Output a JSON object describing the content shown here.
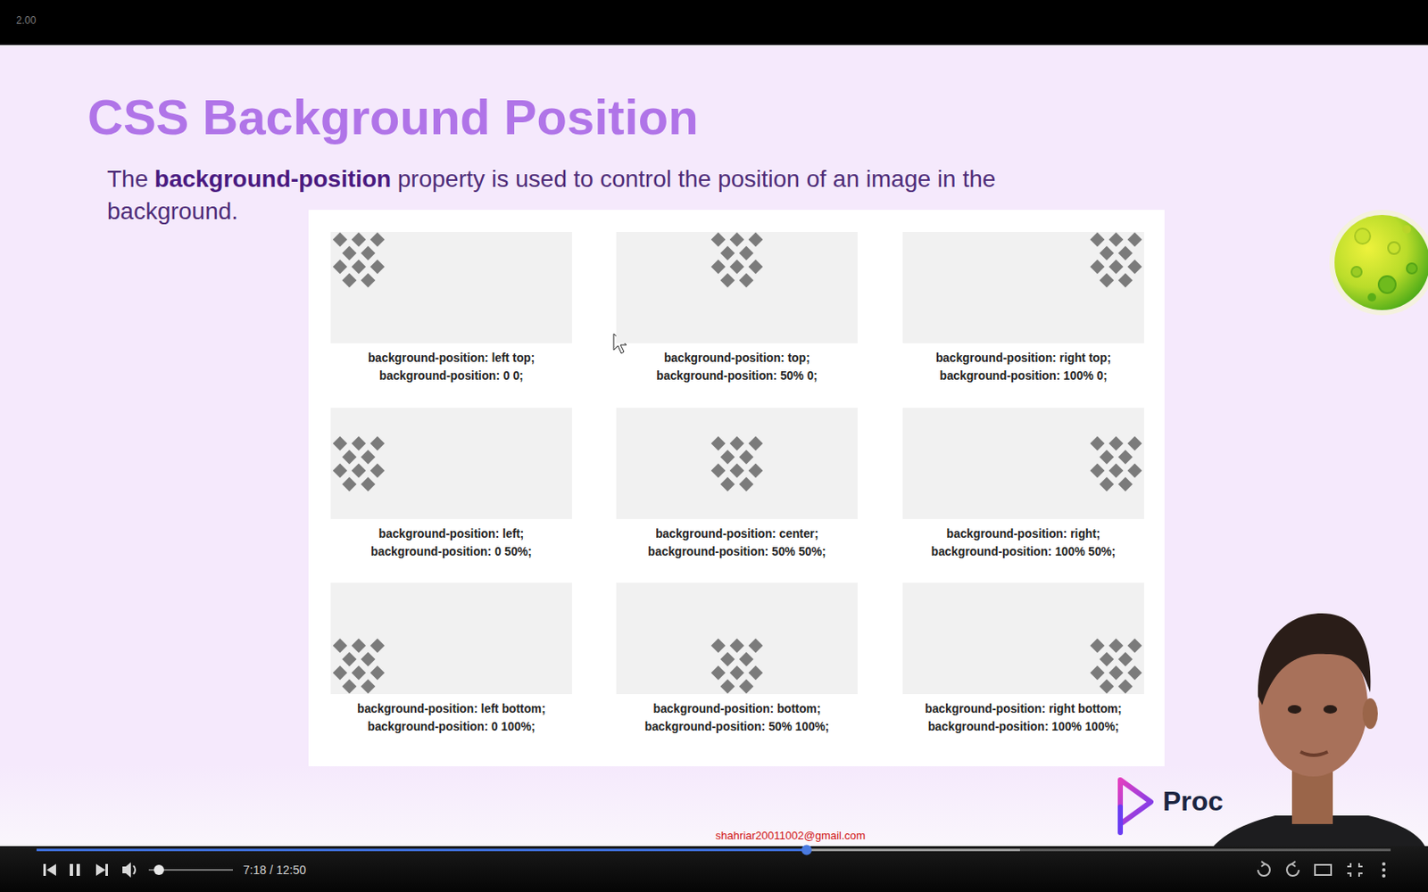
{
  "diagram": {
    "title": "CSS Background Position",
    "nodes": [
      {
        "text": [
          "background-position: left top;",
          "background-position: 0 0;"
        ]
      },
      {
        "text": [
          "background-position: top;",
          "background-position: 50% 0;"
        ]
      },
      {
        "text": [
          "background-position: right top;",
          "background-position: 100% 0;"
        ]
      },
      {
        "text": [
          "background-position: left;",
          "background-position: 0 50%;"
        ]
      },
      {
        "text": [
          "background-position: center;",
          "background-position: 50% 50%;"
        ]
      },
      {
        "text": [
          "background-position: right;",
          "background-position: 100% 50%;"
        ]
      },
      {
        "text": [
          "background-position: left bottom;",
          "background-position: 0 100%;"
        ]
      },
      {
        "text": [
          "background-position: bottom;",
          "background-position: 50% 100%;"
        ]
      },
      {
        "text": [
          "background-position: right bottom;",
          "background-position: 100% 100%;"
        ]
      }
    ],
    "labels": [
      "2.00",
      "The",
      "background-position",
      "property is used to control the position of an image in the background.",
      "shahriar20011002@gmail.com",
      "Proc",
      "7:18 / 12:50"
    ]
  }
}
